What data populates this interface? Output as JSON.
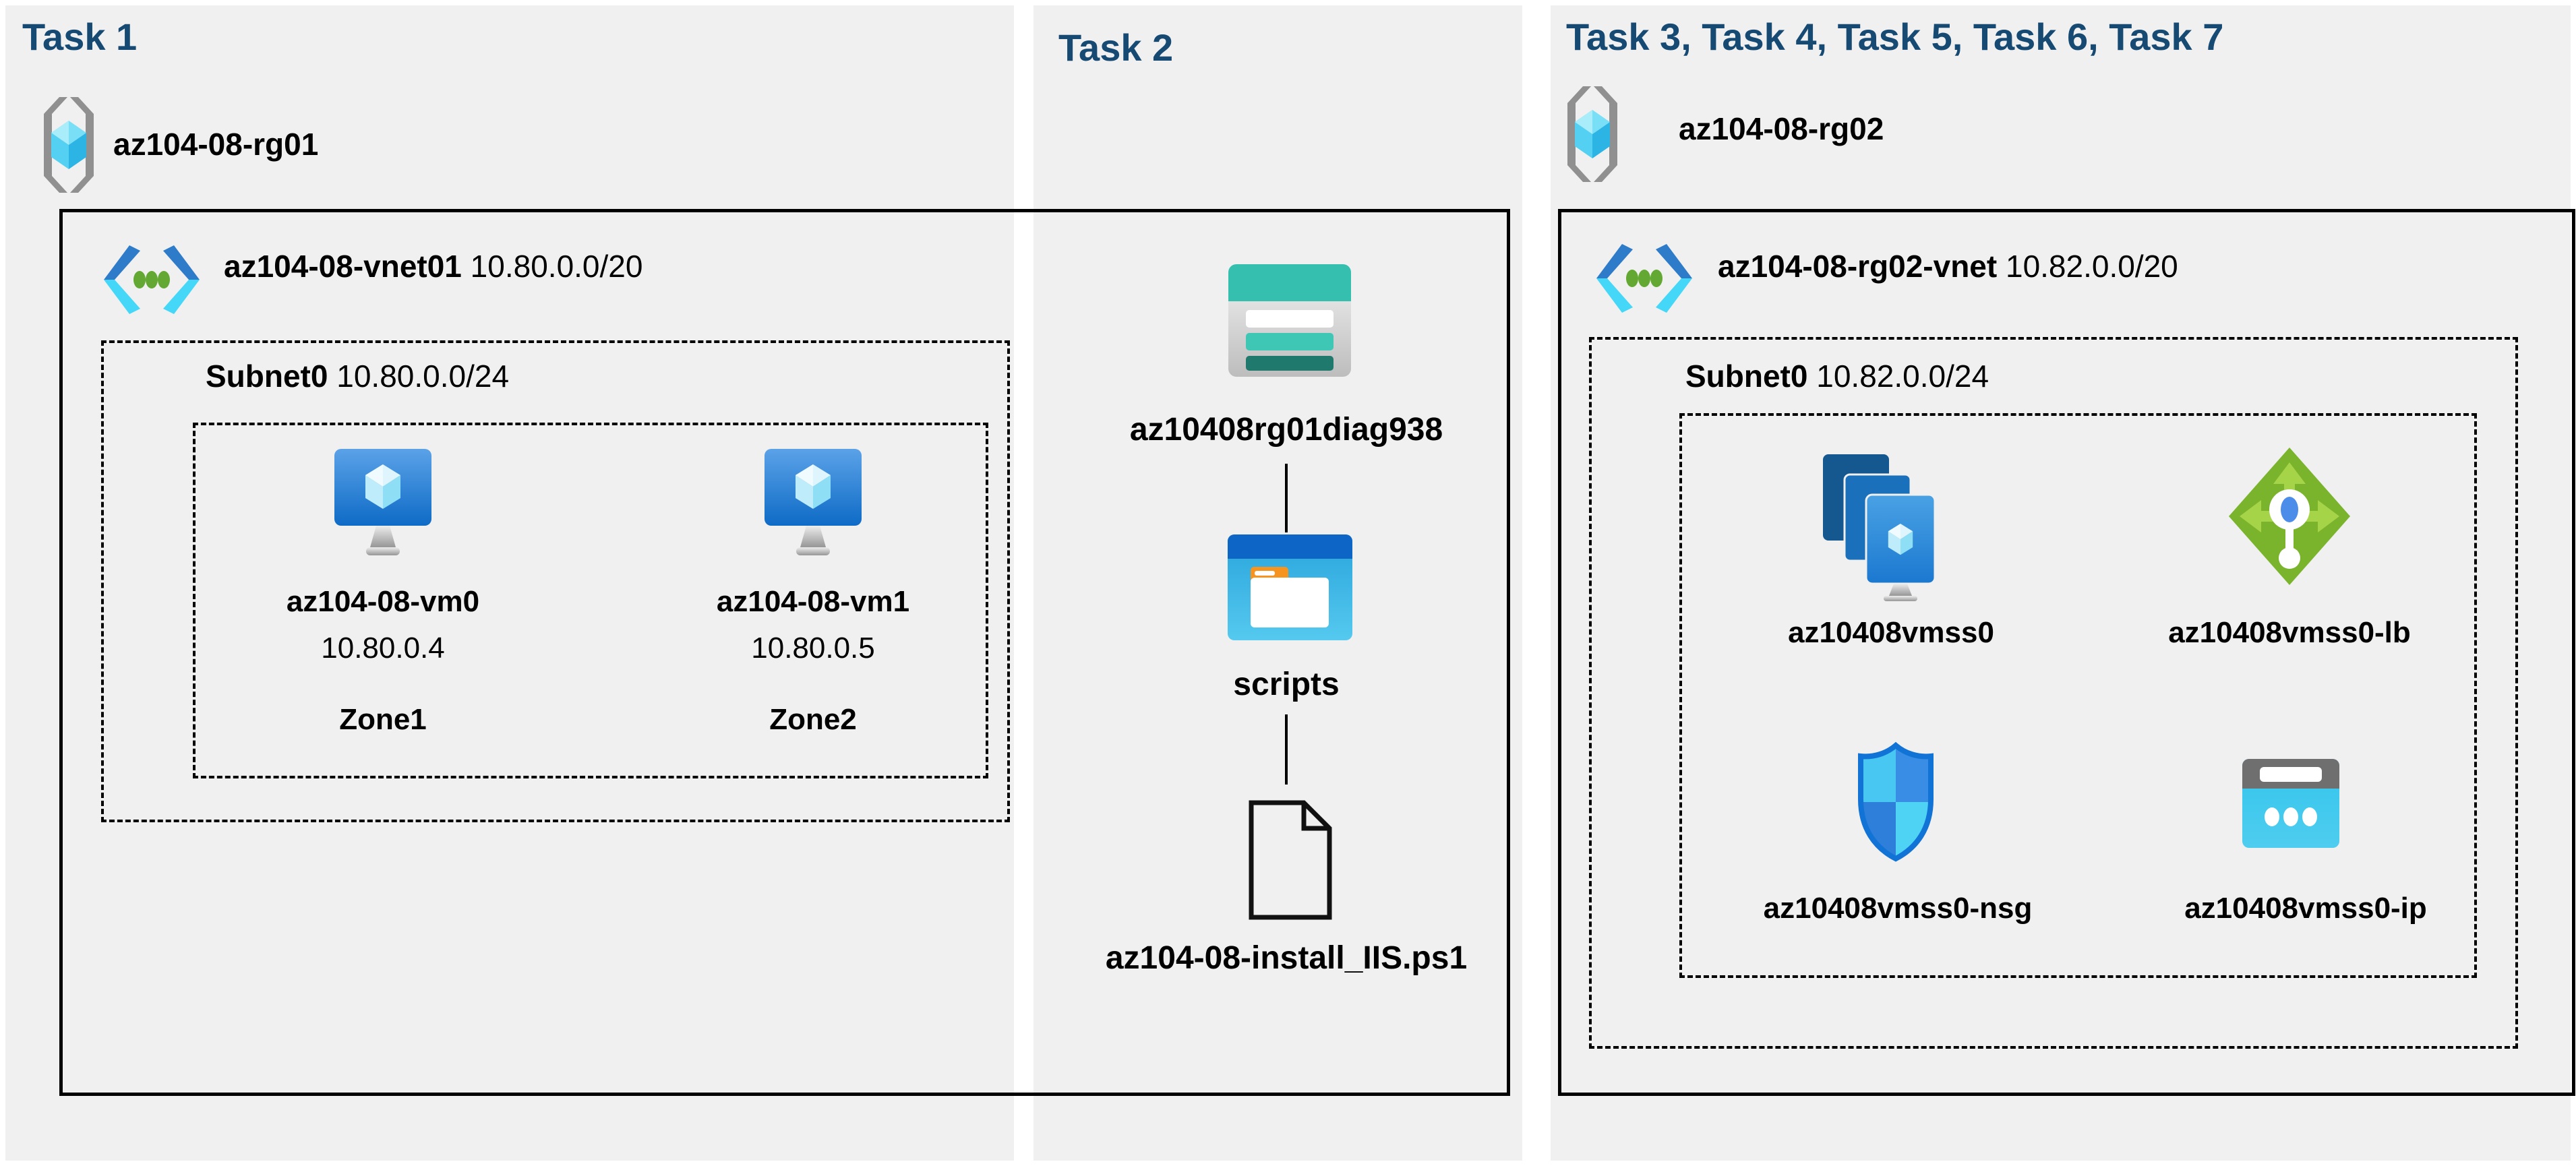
{
  "colors": {
    "panel_bg": "#f0f0f0",
    "title_blue": "#164a73",
    "label_black": "#000000",
    "box_border": "#000000",
    "azure_blue": "#2e7bc9",
    "azure_cyan": "#44d7f7",
    "teal_storage": "#35bfae",
    "green_lb": "#7ab32c"
  },
  "panel1": {
    "title": "Task 1",
    "resource_group": {
      "name": "az104-08-rg01",
      "icon": "resource-group-icon"
    },
    "vnet": {
      "name": "az104-08-vnet01",
      "cidr": "10.80.0.0/20",
      "icon": "virtual-network-icon"
    },
    "subnet": {
      "name": "Subnet0",
      "cidr": "10.80.0.0/24"
    },
    "vms": [
      {
        "name": "az104-08-vm0",
        "ip": "10.80.0.4",
        "zone": "Zone1",
        "icon": "virtual-machine-icon"
      },
      {
        "name": "az104-08-vm1",
        "ip": "10.80.0.5",
        "zone": "Zone2",
        "icon": "virtual-machine-icon"
      }
    ]
  },
  "panel2": {
    "title": "Task 2",
    "storage_account": {
      "name": "az10408rg01diag938",
      "icon": "storage-account-icon"
    },
    "container": {
      "name": "scripts",
      "icon": "blob-container-icon"
    },
    "file": {
      "name": "az104-08-install_IIS.ps1",
      "icon": "file-icon"
    }
  },
  "panel3": {
    "title": "Task 3, Task 4, Task 5, Task 6, Task 7",
    "resource_group": {
      "name": "az104-08-rg02",
      "icon": "resource-group-icon"
    },
    "vnet": {
      "name": "az104-08-rg02-vnet",
      "cidr": "10.82.0.0/20",
      "icon": "virtual-network-icon"
    },
    "subnet": {
      "name": "Subnet0",
      "cidr": "10.82.0.0/24"
    },
    "resources": [
      {
        "name": "az10408vmss0",
        "icon": "vm-scale-set-icon"
      },
      {
        "name": "az10408vmss0-lb",
        "icon": "load-balancer-icon"
      },
      {
        "name": "az10408vmss0-nsg",
        "icon": "network-security-group-icon"
      },
      {
        "name": "az10408vmss0-ip",
        "icon": "public-ip-icon"
      }
    ]
  }
}
